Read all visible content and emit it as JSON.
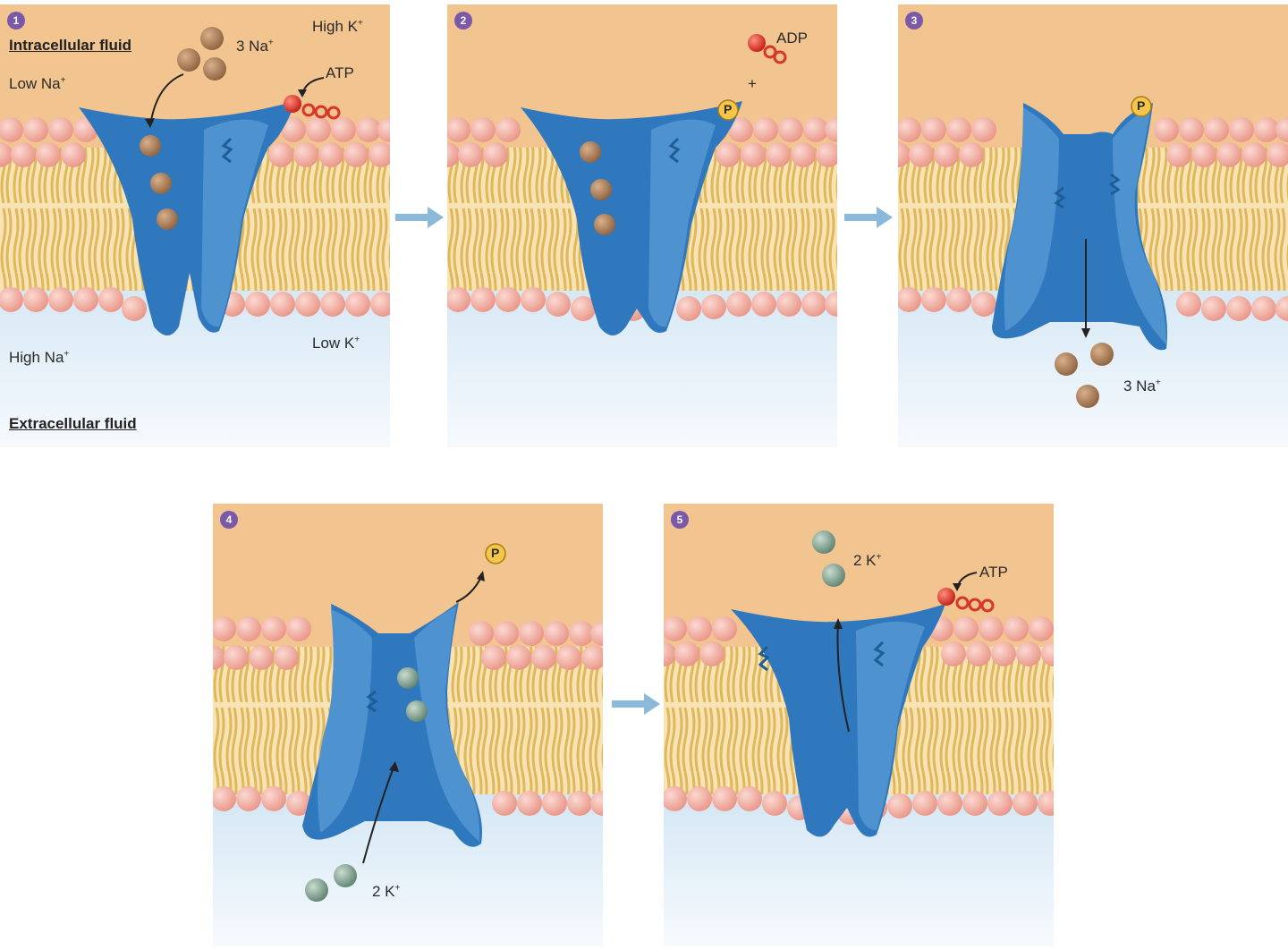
{
  "colors": {
    "intracellular": "#f2c48f",
    "extracellular": "#e4eff8",
    "protein": "#2f78bd",
    "protein_light": "#5a9bd6",
    "head": "#f2a9a0",
    "tail": "#e0b75a",
    "sodium": "#a57a55",
    "potassium": "#7fa08e",
    "atp": "#e23a2e",
    "phosphate": "#f5c64a",
    "step_badge": "#7a5aa8",
    "flow_arrow": "#8ab9d9"
  },
  "panels": [
    {
      "step": "1",
      "labels": {
        "intracellular": "Intracellular fluid",
        "extracellular": "Extracellular fluid",
        "low_na": "Low Na",
        "high_na": "High Na",
        "high_k": "High K",
        "low_k": "Low K",
        "na_count": "3 Na",
        "atp": "ATP"
      }
    },
    {
      "step": "2",
      "labels": {
        "adp": "ADP",
        "plus": "+",
        "phosphate": "P"
      }
    },
    {
      "step": "3",
      "labels": {
        "phosphate": "P",
        "na_count": "3 Na"
      }
    },
    {
      "step": "4",
      "labels": {
        "phosphate": "P",
        "k_count": "2 K"
      }
    },
    {
      "step": "5",
      "labels": {
        "k_count": "2 K",
        "atp": "ATP"
      }
    }
  ],
  "superscript_plus": "+"
}
